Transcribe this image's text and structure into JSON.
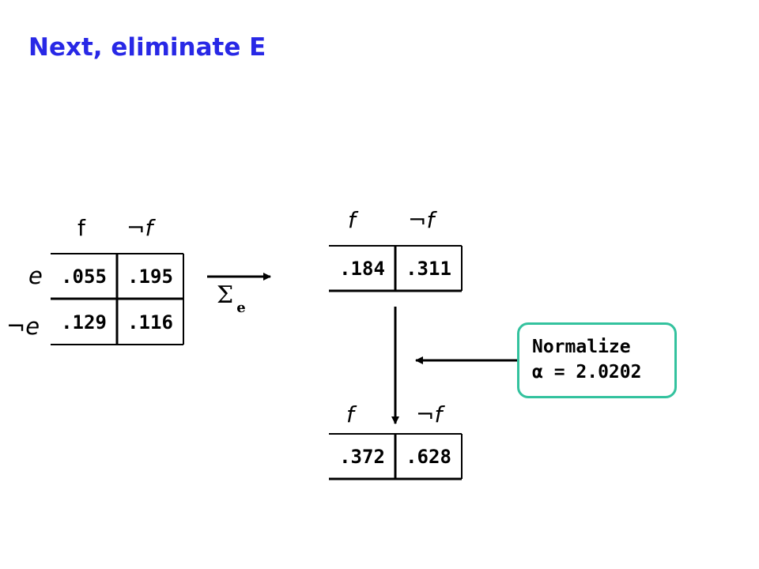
{
  "title": "Next, eliminate E",
  "table_fe": {
    "col_f": "f",
    "col_not_f": "¬f",
    "row_e": "e",
    "row_not_e": "¬e",
    "cells": [
      [
        ".055",
        ".195"
      ],
      [
        ".129",
        ".116"
      ]
    ]
  },
  "sum_operator": {
    "symbol": "Σ",
    "variable": "e"
  },
  "table_f": {
    "col_f": "f",
    "col_not_f": "¬f",
    "cells": [
      ".184",
      ".311"
    ]
  },
  "normalize": {
    "label": "Normalize",
    "alpha": "α = 2.0202"
  },
  "table_f_normalized": {
    "col_f": "f",
    "col_not_f": "¬f",
    "cells": [
      ".372",
      ".628"
    ]
  },
  "colors": {
    "title": "#2828e6",
    "callout_border": "#33c29e",
    "lines": "#000000"
  }
}
